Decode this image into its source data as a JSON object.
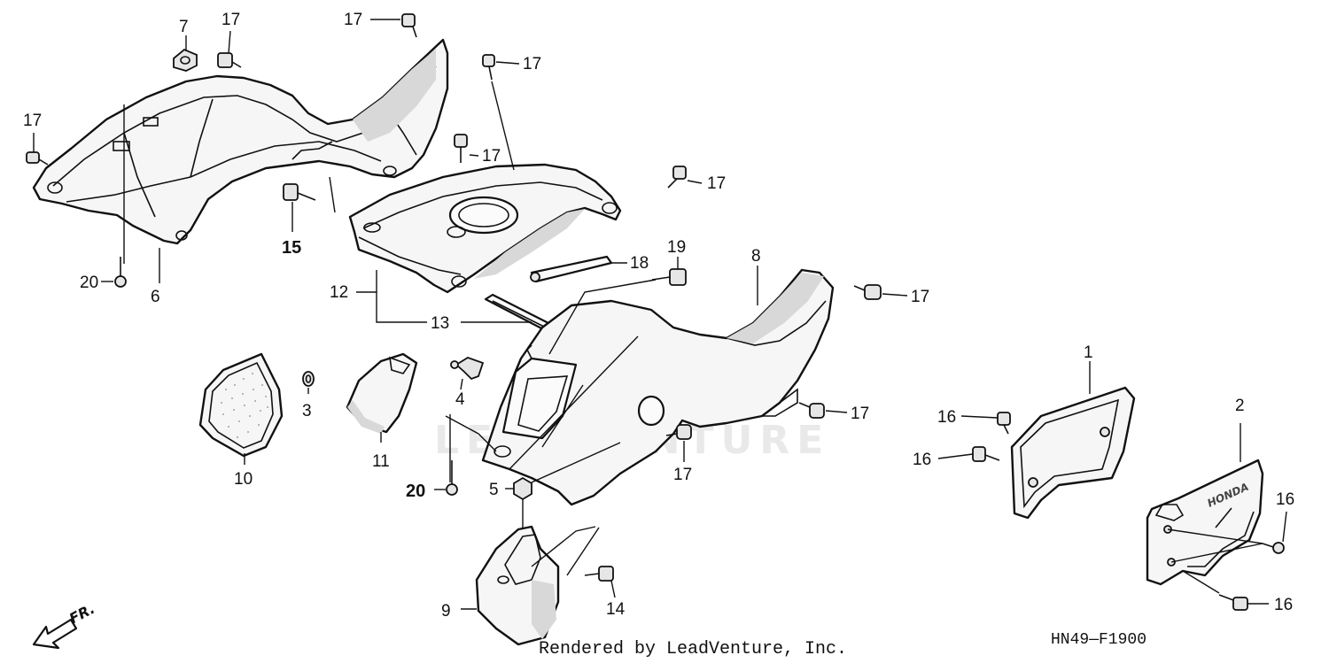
{
  "callouts": {
    "c1": "1",
    "c2": "2",
    "c3": "3",
    "c4": "4",
    "c5": "5",
    "c6": "6",
    "c7": "7",
    "c8": "8",
    "c9": "9",
    "c10": "10",
    "c11": "11",
    "c12": "12",
    "c13": "13",
    "c14": "14",
    "c15": "15",
    "c16": "16",
    "c17": "17",
    "c18": "18",
    "c19": "19",
    "c20": "20"
  },
  "watermark": "LEADVENTURE",
  "footer_text": "Rendered by LeadVenture, Inc.",
  "diagram_code": "HN49—F1900",
  "direction_label": "FR.",
  "emboss_label": "HONDA"
}
